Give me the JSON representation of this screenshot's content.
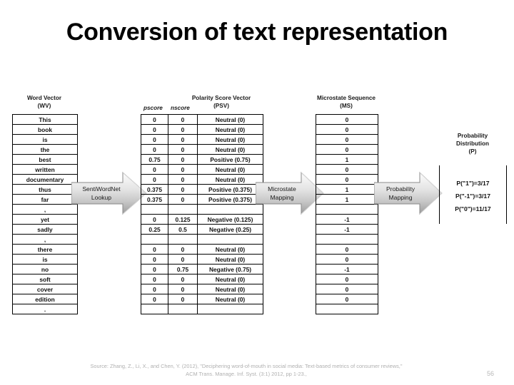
{
  "slide": {
    "title": "Conversion of text representation",
    "page_number": "56",
    "source_line1": "Source: Zhang, Z., Li, X., and Chen, Y. (2012), \"Deciphering word-of-mouth in social media: Text-based metrics of consumer reviews,\"",
    "source_line2": "ACM Trans. Manage. Inf. Syst. (3:1) 2012, pp 1-23.,"
  },
  "columns": {
    "word_vector": {
      "title": "Word Vector",
      "abbrev": "(WV)"
    },
    "polarity_score_vector": {
      "title": "Polarity Score Vector",
      "abbrev": "(PSV)",
      "sub_pscore": "pscore",
      "sub_nscore": "nscore"
    },
    "microstate_sequence": {
      "title": "Microstate Sequence",
      "abbrev": "(MS)"
    },
    "probability_distribution": {
      "title_line1": "Probability",
      "title_line2": "Distribution",
      "abbrev": "(P)"
    }
  },
  "arrows": [
    {
      "name": "sentiwordnet-lookup",
      "line1": "SentiWordNet",
      "line2": "Lookup"
    },
    {
      "name": "microstate-mapping",
      "line1": "Microstate",
      "line2": "Mapping"
    },
    {
      "name": "probability-mapping",
      "line1": "Probability",
      "line2": "Mapping"
    }
  ],
  "probability_distribution_values": [
    "P(\"1\")=3/17",
    "P(\"-1\")=3/17",
    "P(\"0\")=11/17"
  ],
  "rows": [
    {
      "word": "This",
      "pscore": "0",
      "nscore": "0",
      "psv": "Neutral (0)",
      "ms": "0",
      "blank": false
    },
    {
      "word": "book",
      "pscore": "0",
      "nscore": "0",
      "psv": "Neutral (0)",
      "ms": "0",
      "blank": false
    },
    {
      "word": "is",
      "pscore": "0",
      "nscore": "0",
      "psv": "Neutral (0)",
      "ms": "0",
      "blank": false
    },
    {
      "word": "the",
      "pscore": "0",
      "nscore": "0",
      "psv": "Neutral (0)",
      "ms": "0",
      "blank": false
    },
    {
      "word": "best",
      "pscore": "0.75",
      "nscore": "0",
      "psv": "Positive (0.75)",
      "ms": "1",
      "blank": false
    },
    {
      "word": "written",
      "pscore": "0",
      "nscore": "0",
      "psv": "Neutral (0)",
      "ms": "0",
      "blank": false
    },
    {
      "word": "documentary",
      "pscore": "0",
      "nscore": "0",
      "psv": "Neutral (0)",
      "ms": "0",
      "blank": false
    },
    {
      "word": "thus",
      "pscore": "0.375",
      "nscore": "0",
      "psv": "Positive (0.375)",
      "ms": "1",
      "blank": false
    },
    {
      "word": "far",
      "pscore": "0.375",
      "nscore": "0",
      "psv": "Positive (0.375)",
      "ms": "1",
      "blank": false
    },
    {
      "word": ",",
      "pscore": "",
      "nscore": "",
      "psv": "",
      "ms": "",
      "blank": true
    },
    {
      "word": "yet",
      "pscore": "0",
      "nscore": "0.125",
      "psv": "Negative (0.125)",
      "ms": "-1",
      "blank": false
    },
    {
      "word": "sadly",
      "pscore": "0.25",
      "nscore": "0.5",
      "psv": "Negative (0.25)",
      "ms": "-1",
      "blank": false
    },
    {
      "word": ",",
      "pscore": "",
      "nscore": "",
      "psv": "",
      "ms": "",
      "blank": true
    },
    {
      "word": "there",
      "pscore": "0",
      "nscore": "0",
      "psv": "Neutral (0)",
      "ms": "0",
      "blank": false
    },
    {
      "word": "is",
      "pscore": "0",
      "nscore": "0",
      "psv": "Neutral (0)",
      "ms": "0",
      "blank": false
    },
    {
      "word": "no",
      "pscore": "0",
      "nscore": "0.75",
      "psv": "Negative (0.75)",
      "ms": "-1",
      "blank": false
    },
    {
      "word": "soft",
      "pscore": "0",
      "nscore": "0",
      "psv": "Neutral (0)",
      "ms": "0",
      "blank": false
    },
    {
      "word": "cover",
      "pscore": "0",
      "nscore": "0",
      "psv": "Neutral (0)",
      "ms": "0",
      "blank": false
    },
    {
      "word": "edition",
      "pscore": "0",
      "nscore": "0",
      "psv": "Neutral (0)",
      "ms": "0",
      "blank": false
    },
    {
      "word": ".",
      "pscore": "",
      "nscore": "",
      "psv": "",
      "ms": "",
      "blank": true
    }
  ],
  "colors": {
    "background": "#ffffff",
    "text": "#111111",
    "arrow_fill_light": "#f2f2f2",
    "arrow_fill_dark": "#9a9a9a",
    "arrow_stroke": "#7f7f7f",
    "footer_text": "#b0b0b0",
    "table_border": "#000000"
  }
}
